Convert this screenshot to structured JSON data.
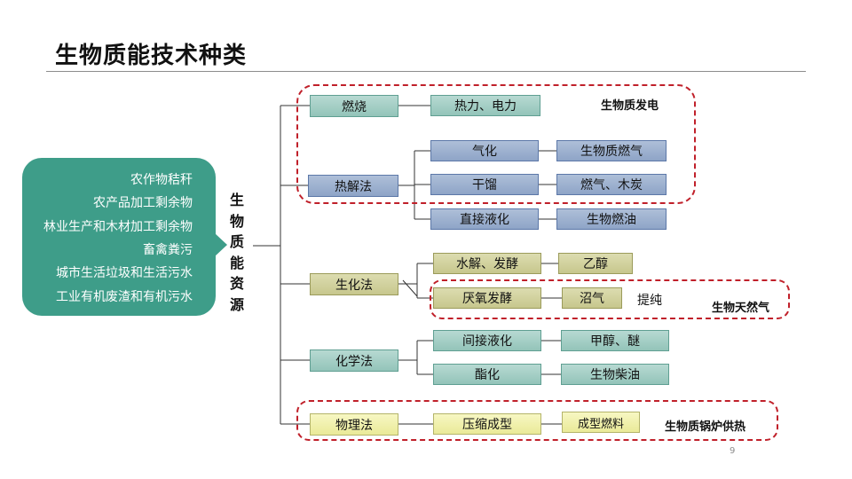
{
  "title": "生物质能技术种类",
  "page_number": "9",
  "sources": [
    "农作物秸秆",
    "农产品加工剩余物",
    "林业生产和木材加工剩余物",
    "畜禽粪污",
    "城市生活垃圾和生活污水",
    "工业有机废渣和有机污水"
  ],
  "root_chars": [
    "生",
    "物",
    "质",
    "能",
    "资",
    "源"
  ],
  "methods": {
    "combustion": "燃烧",
    "pyrolysis": "热解法",
    "biochemical": "生化法",
    "chemical": "化学法",
    "physical": "物理法"
  },
  "processes": {
    "heat_power": "热力、电力",
    "gasification": "气化",
    "dry_distillation": "干馏",
    "direct_liquefaction": "直接液化",
    "hydrolysis_fermentation": "水解、发酵",
    "anaerobic_fermentation": "厌氧发酵",
    "indirect_liquefaction": "间接液化",
    "esterification": "酯化",
    "compression_molding": "压缩成型"
  },
  "products": {
    "biomass_gas": "生物质燃气",
    "gas_charcoal": "燃气、木炭",
    "bio_oil": "生物燃油",
    "ethanol": "乙醇",
    "biogas": "沼气",
    "methanol_ether": "甲醇、醚",
    "biodiesel": "生物柴油",
    "molded_fuel": "成型燃料"
  },
  "note_purify": "提纯",
  "groups": {
    "power": "生物质发电",
    "natural_gas": "生物天然气",
    "boiler_heat": "生物质锅炉供热"
  }
}
